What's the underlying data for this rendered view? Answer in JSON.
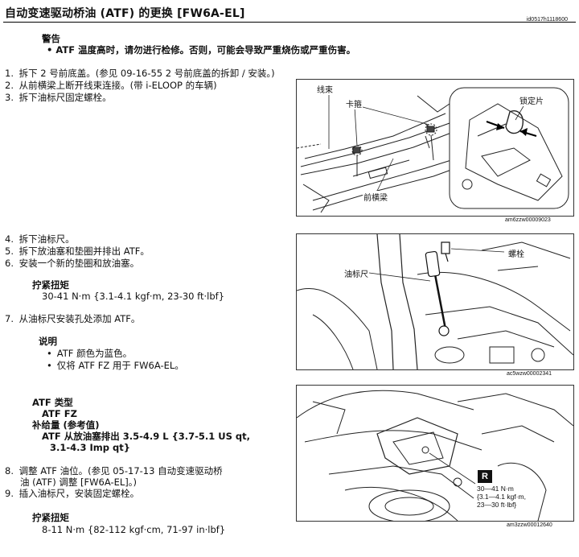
{
  "header": {
    "title": "自动变速驱动桥油 (ATF) 的更换 [FW6A-EL]",
    "doc_id": "id0517h1118600"
  },
  "warning": {
    "heading": "警告",
    "text": "ATF 温度高时，请勿进行检修。否则，可能会导致严重烧伤或严重伤害。"
  },
  "steps_a": [
    {
      "num": "1.",
      "text": "拆下 2 号前底盖。(参见 09-16-55 2 号前底盖的拆卸 / 安装。)"
    },
    {
      "num": "2.",
      "text": "从前横梁上断开线束连接。(带 i-ELOOP 的车辆)"
    },
    {
      "num": "3.",
      "text": "拆下油标尺固定螺栓。"
    }
  ],
  "steps_b": [
    {
      "num": "4.",
      "text": "拆下油标尺。"
    },
    {
      "num": "5.",
      "text": "拆下放油塞和垫圈并排出 ATF。"
    },
    {
      "num": "6.",
      "text": "安装一个新的垫圈和放油塞。"
    }
  ],
  "torque1": {
    "heading": "拧紧扭矩",
    "value": "30-41 N·m {3.1-4.1 kgf·m, 23-30 ft·lbf}"
  },
  "step7": {
    "num": "7.",
    "text": "从油标尺安装孔处添加 ATF。"
  },
  "note": {
    "heading": "说明",
    "items": [
      "ATF 颜色为蓝色。",
      "仅将 ATF FZ 用于 FW6A-EL。"
    ]
  },
  "atf": {
    "type_heading": "ATF 类型",
    "type_value": "ATF FZ",
    "capacity_heading": "补给量 (参考值)",
    "capacity_line1": "ATF 从放油塞排出 3.5-4.9 L {3.7-5.1 US qt,",
    "capacity_line2": "3.1-4.3 Imp qt}"
  },
  "steps_c": [
    {
      "num": "8.",
      "line1": "调整 ATF 油位。(参见 05-17-13 自动变速驱动桥",
      "line2": "油 (ATF) 调整 [FW6A-EL]。)"
    },
    {
      "num": "9.",
      "line1": "插入油标尺，安装固定螺栓。",
      "line2": ""
    }
  ],
  "torque2": {
    "heading": "拧紧扭矩",
    "value": "8-11 N·m {82-112 kgf·cm, 71-97 in·lbf}"
  },
  "figure1": {
    "labels": {
      "harness": "线束",
      "clip": "卡箍",
      "crossmember": "前横梁",
      "lock": "锁定片"
    },
    "id": "am6zzw00009023"
  },
  "figure2": {
    "labels": {
      "bolt": "螺栓",
      "dipstick": "油标尺"
    },
    "id": "ac5wzw00002341"
  },
  "figure3": {
    "r_label": "R",
    "torque_line1": "30—41 N·m",
    "torque_line2": "{3.1—4.1 kgf·m,",
    "torque_line3": "23—30 ft·lbf}",
    "id": "am3zzw00012640"
  }
}
